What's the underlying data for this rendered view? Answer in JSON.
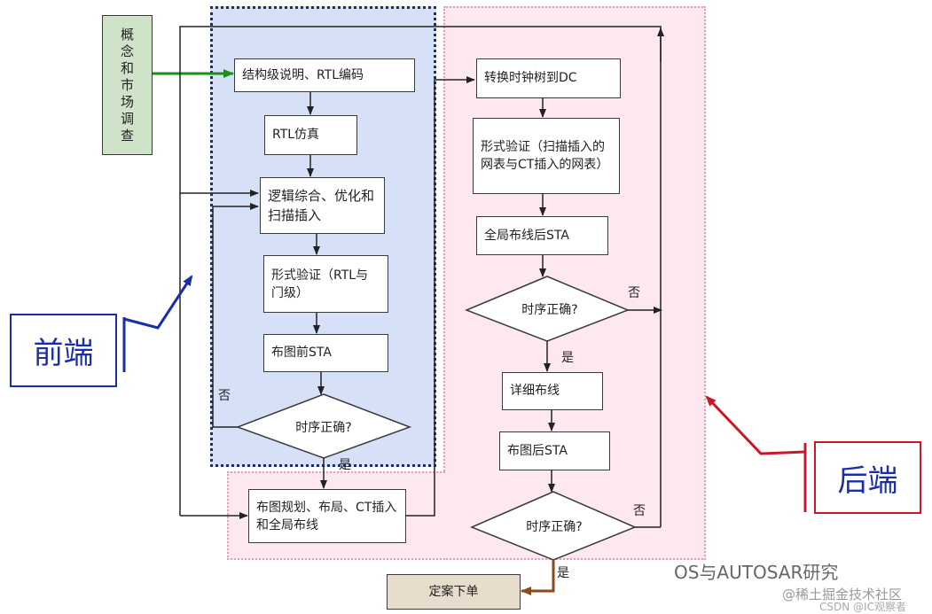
{
  "nodes": {
    "concept": "概\n念\n和\n市\n场\n调\n查",
    "spec_rtl": "结构级说明、RTL编码",
    "rtl_sim": "RTL仿真",
    "synth": "逻辑综合、优化和扫描插入",
    "formal_rtl": "形式验证（RTL与门级）",
    "pre_layout_sta": "布图前STA",
    "timing_front": "时序正确?",
    "floorplan": "布图规划、布局、CT插入和全局布线",
    "clock_tree_dc": "转换时钟树到DC",
    "formal_scan": "形式验证（扫描插入的网表与CT插入的网表）",
    "global_route_sta": "全局布线后STA",
    "timing_back1": "时序正确?",
    "detail_route": "详细布线",
    "post_layout_sta": "布图后STA",
    "timing_back2": "时序正确?",
    "tapeout": "定案下单"
  },
  "edge_labels": {
    "no_front": "否",
    "yes_front": "是",
    "no_back1": "否",
    "yes_back1": "是",
    "no_back2": "否",
    "yes_back2": "是"
  },
  "tags": {
    "front": "前端",
    "back": "后端"
  },
  "watermarks": {
    "line1": "OS与AUTOSAR研究",
    "line2": "@稀土掘金技术社区",
    "line3": "CSDN @IC观察者"
  },
  "colors": {
    "front_region": "#d6e0f7",
    "back_region": "#fde8ef",
    "front_border": "#1f2f6b",
    "back_border": "#e79ac0",
    "concept_fill": "#cfe3c8",
    "tapeout_fill": "#e8dccd",
    "front_tag": "#1a2ea8",
    "back_tag": "#c8192b",
    "green_arrow": "#1a8f1a",
    "brown_arrow": "#8b4a1c"
  }
}
